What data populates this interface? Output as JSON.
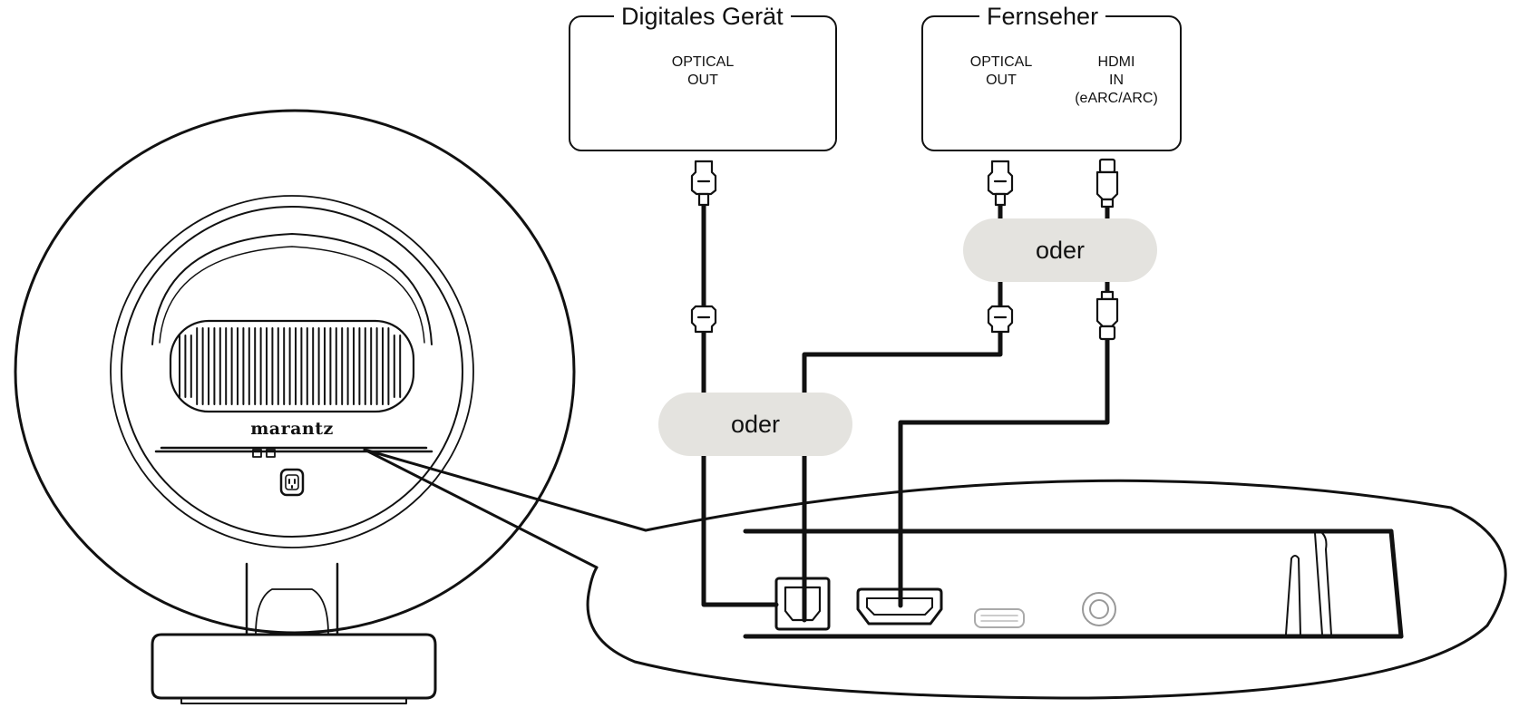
{
  "devices": {
    "digital": {
      "title": "Digitales Gerät",
      "ports": [
        {
          "label": "OPTICAL\nOUT",
          "type": "optical"
        }
      ]
    },
    "tv": {
      "title": "Fernseher",
      "ports": [
        {
          "label": "OPTICAL\nOUT",
          "type": "optical"
        },
        {
          "label": "HDMI\nIN\n(eARC/ARC)",
          "type": "hdmi"
        }
      ]
    }
  },
  "alternatives": {
    "left": "oder",
    "right": "oder"
  },
  "speaker": {
    "brand": "marantz"
  },
  "colors": {
    "line": "#111111",
    "pill": "#e4e3df",
    "background": "#ffffff"
  }
}
